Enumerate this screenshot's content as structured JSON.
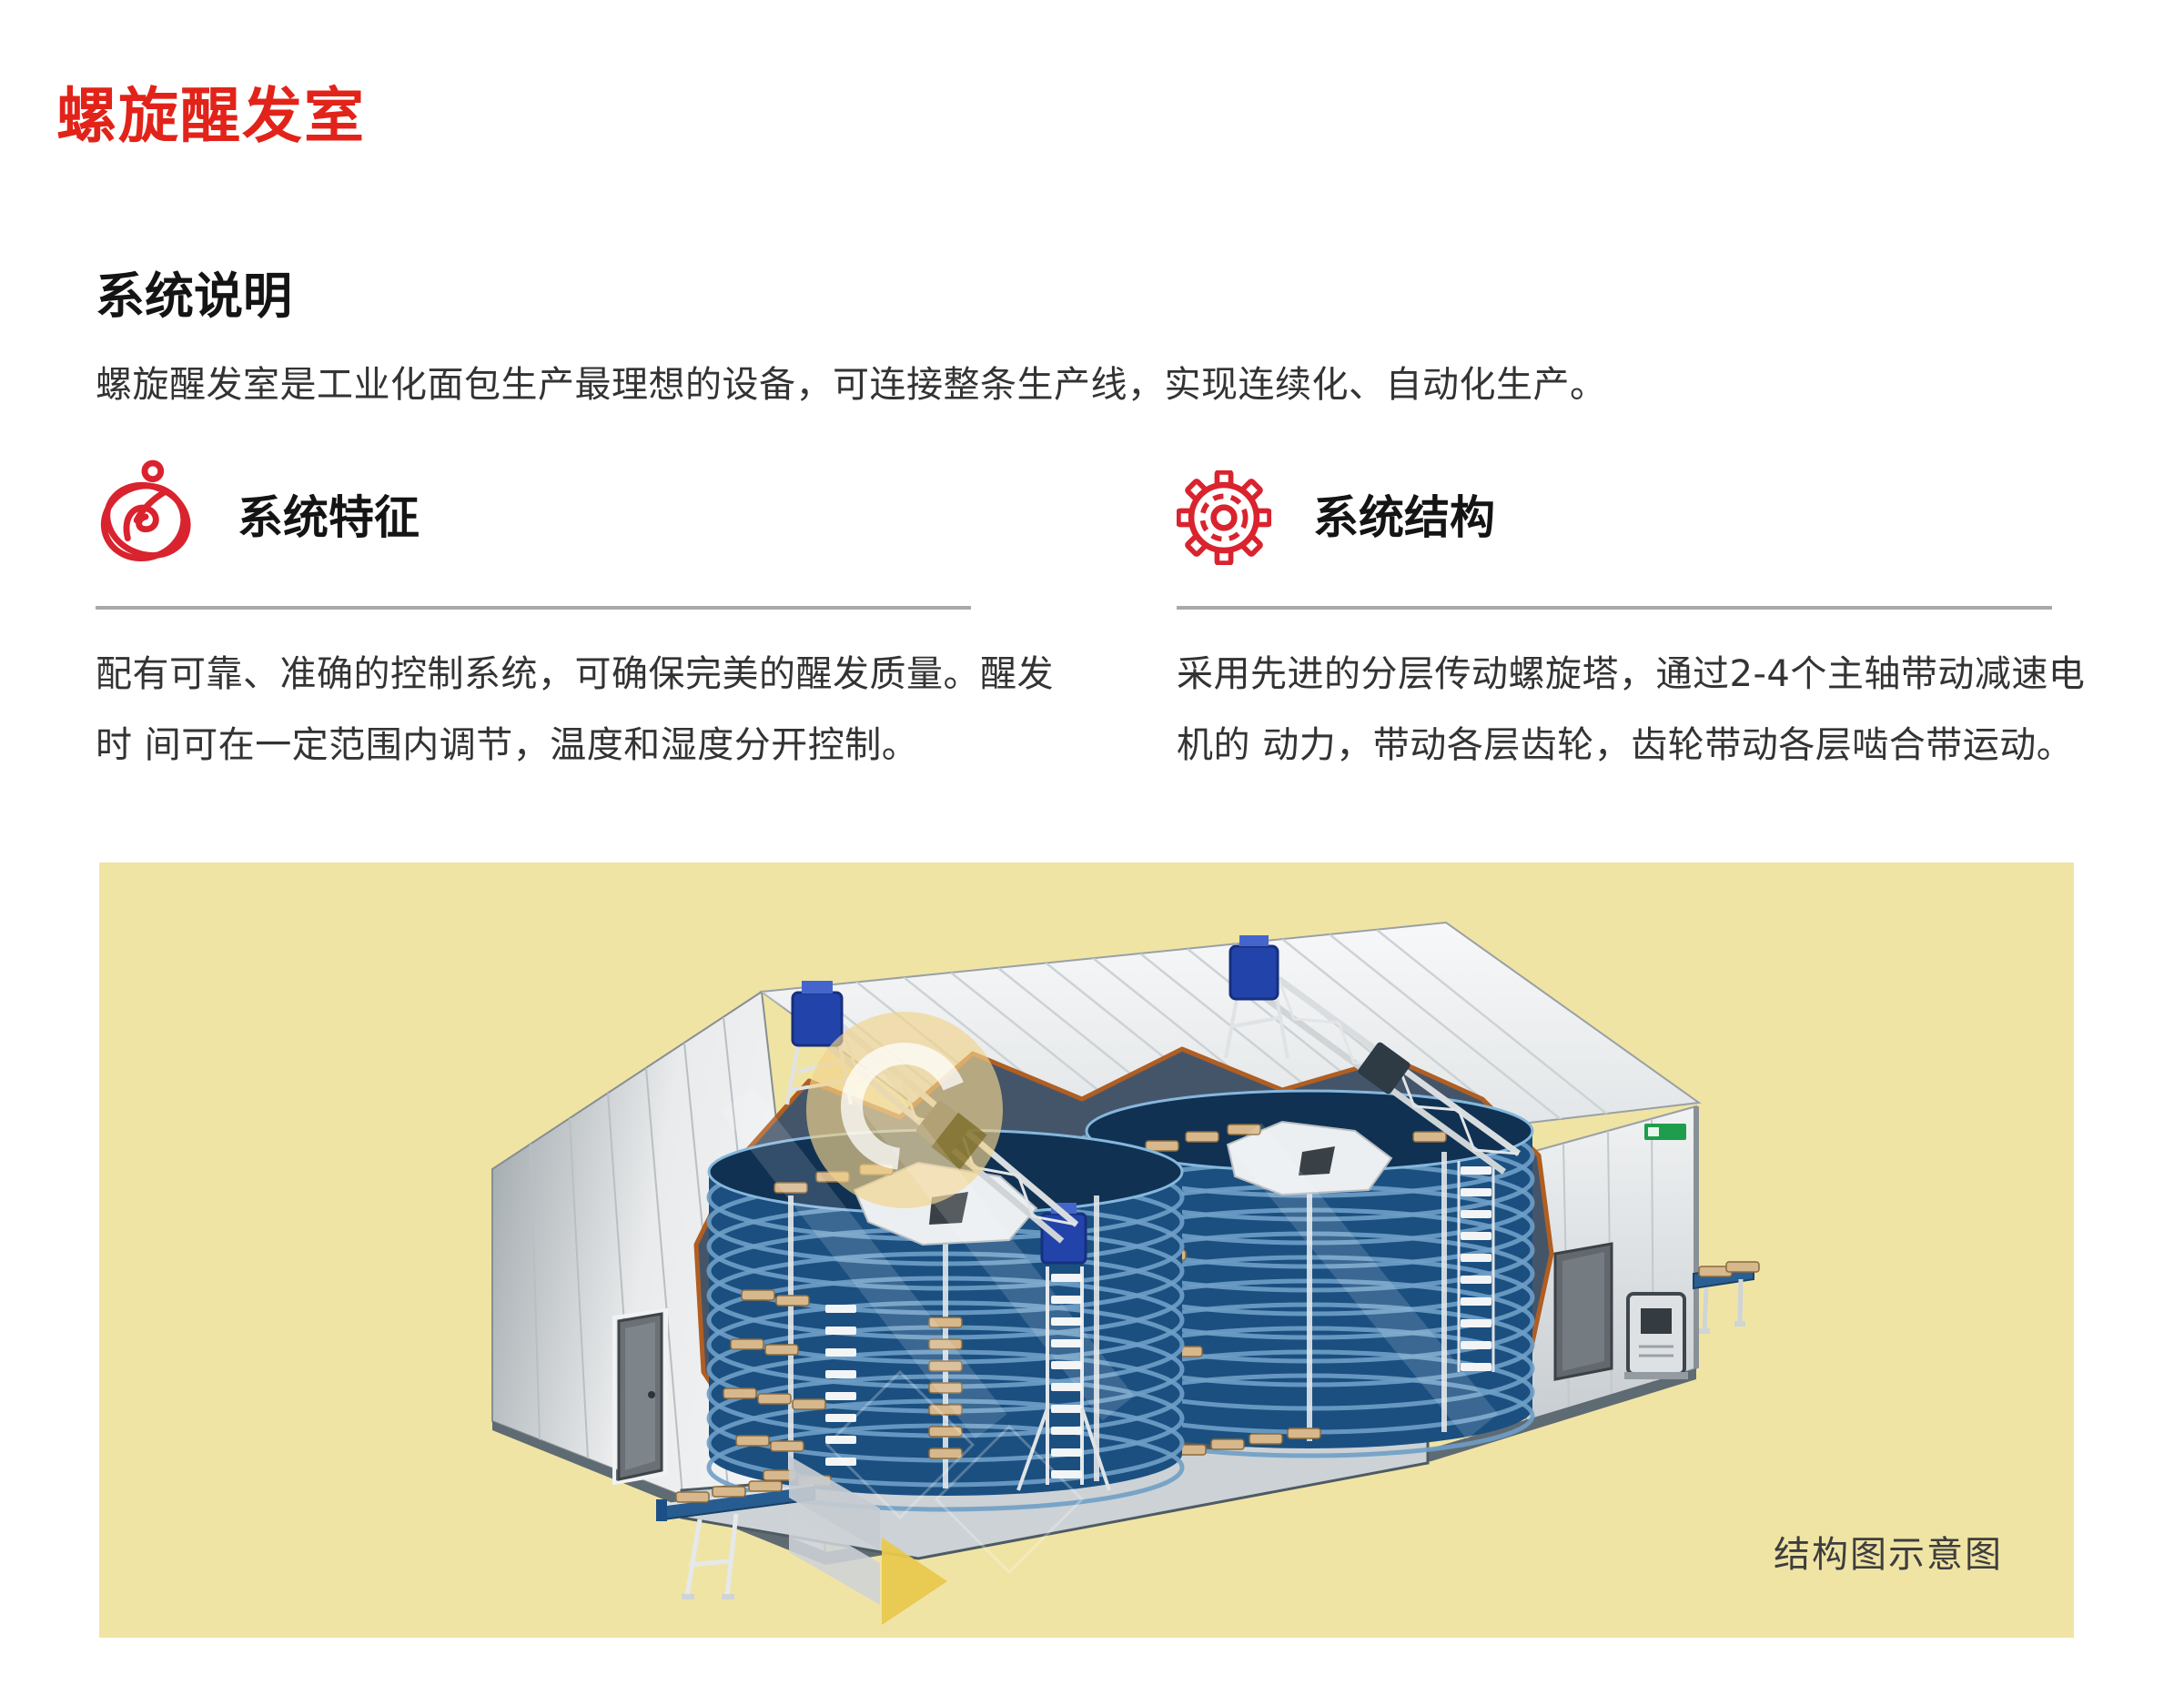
{
  "page": {
    "title": "螺旋醒发室"
  },
  "colors": {
    "title_red": "#e2231a",
    "icon_red": "#d9232e",
    "figure_bg": "#f0e4a5",
    "divider_gray": "#a9a9a9",
    "tower_blue": "#1b4f80",
    "motor_blue": "#2244aa"
  },
  "description": {
    "heading": "系统说明",
    "paragraph": "螺旋醒发室是工业化面包生产最理想的设备，可连接整条生产线，实现连续化、自动化生产。"
  },
  "columns": [
    {
      "icon": "proofing-swirl-icon",
      "heading": "系统特征",
      "lines": [
        "配有可靠、准确的控制系统，可确保完美的醒发质量。醒发",
        "时 间可在一定范围内调节，温度和湿度分开控制。"
      ]
    },
    {
      "icon": "gear-icon",
      "heading": "系统结构",
      "lines": [
        "采用先进的分层传动螺旋塔，通过2-4个主轴带动减速电",
        "机的 动力，带动各层齿轮，齿轮带动各层啮合带运动。"
      ]
    }
  ],
  "figure": {
    "caption": "结构图示意图"
  }
}
